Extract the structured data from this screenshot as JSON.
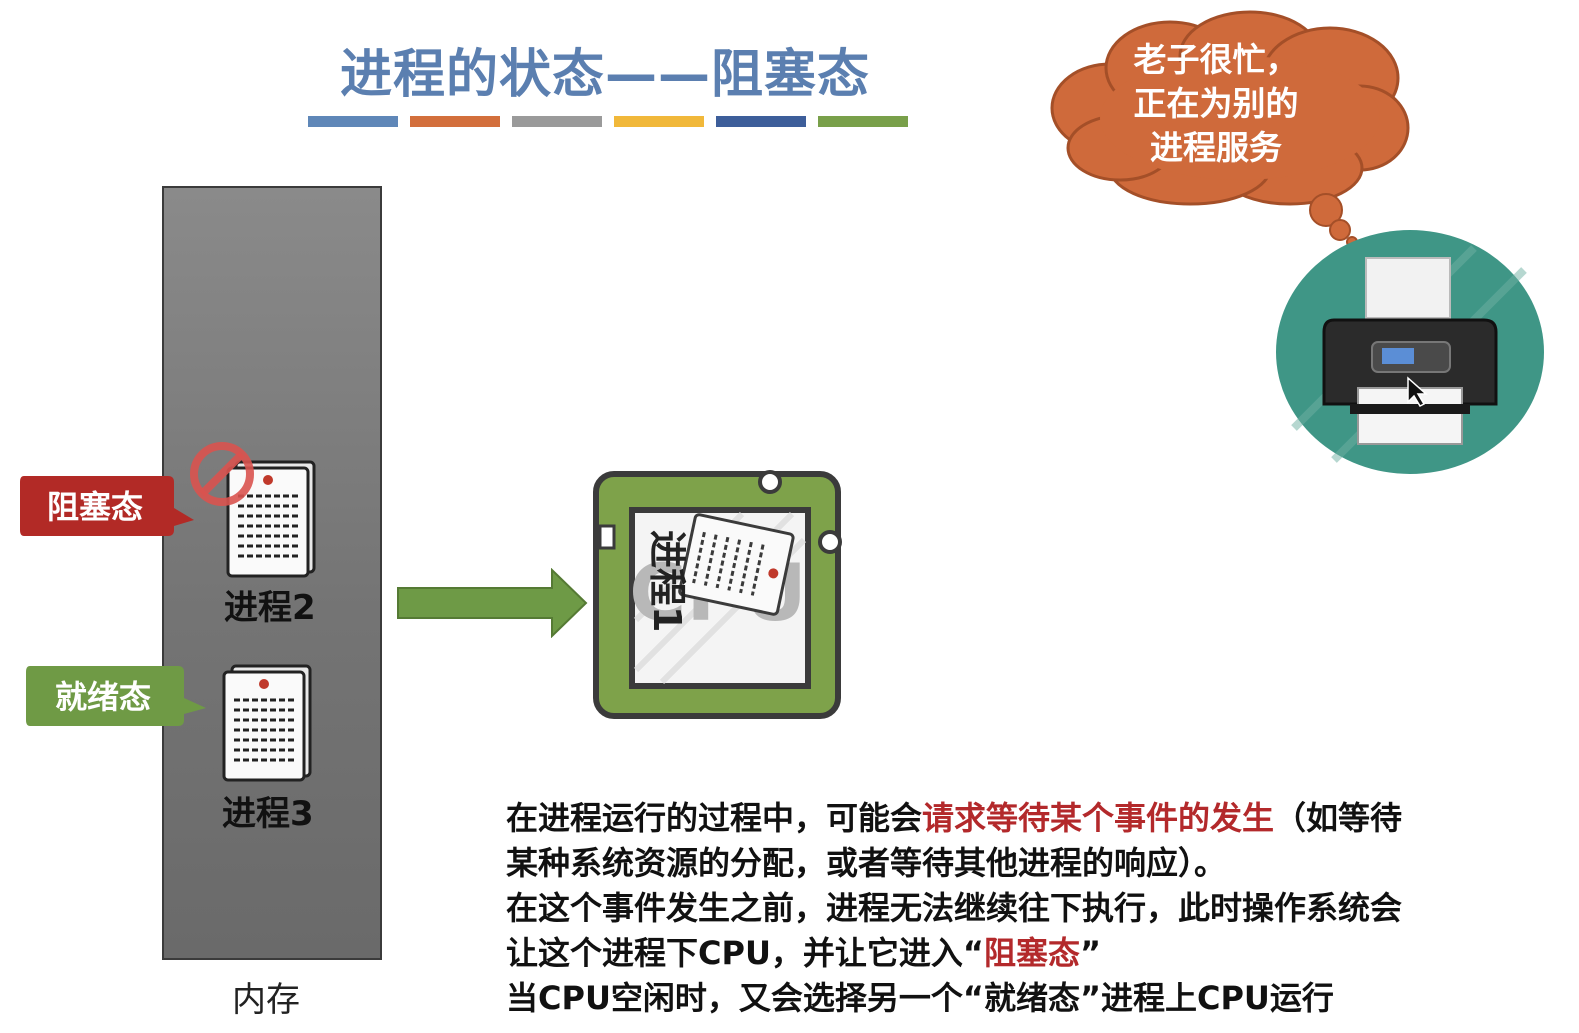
{
  "title": "进程的状态——阻塞态",
  "title_bar_colors": [
    "#5f87b8",
    "#d36f3c",
    "#9a9a9a",
    "#f1b83a",
    "#3d5e9a",
    "#79a04a"
  ],
  "memory": {
    "label": "内存"
  },
  "processes": [
    {
      "name": "进程2",
      "state_tag": "阻塞态",
      "tag_color": "#b22a26",
      "blocked_icon": "no-entry-icon"
    },
    {
      "name": "进程3",
      "state_tag": "就绪态",
      "tag_color": "#6f9a45"
    }
  ],
  "cpu": {
    "label": "CPU",
    "running_process": "进程1",
    "color": "#7ea24a"
  },
  "arrow": {
    "color": "#6e9a46"
  },
  "cloud": {
    "lines": [
      "老子很忙，",
      "正在为别的",
      "进程服务"
    ],
    "color": "#cf6a3b"
  },
  "printer": {
    "icon": "printer-icon",
    "bg_color": "#3f9686"
  },
  "explanation": {
    "line1_a": "在进程运行的过程中，可能会",
    "line1_hl": "请求等待某个事件的发生",
    "line1_b": "（如等待",
    "line2": "某种系统资源的分配，或者等待其他进程的响应）。",
    "line3": "在这个事件发生之前，进程无法继续往下执行，此时操作系统会",
    "line4_a": "让这个进程下CPU，并让它进入“",
    "line4_hl": "阻塞态",
    "line4_b": "”",
    "line5": "当CPU空闲时，又会选择另一个“就绪态”进程上CPU运行"
  }
}
